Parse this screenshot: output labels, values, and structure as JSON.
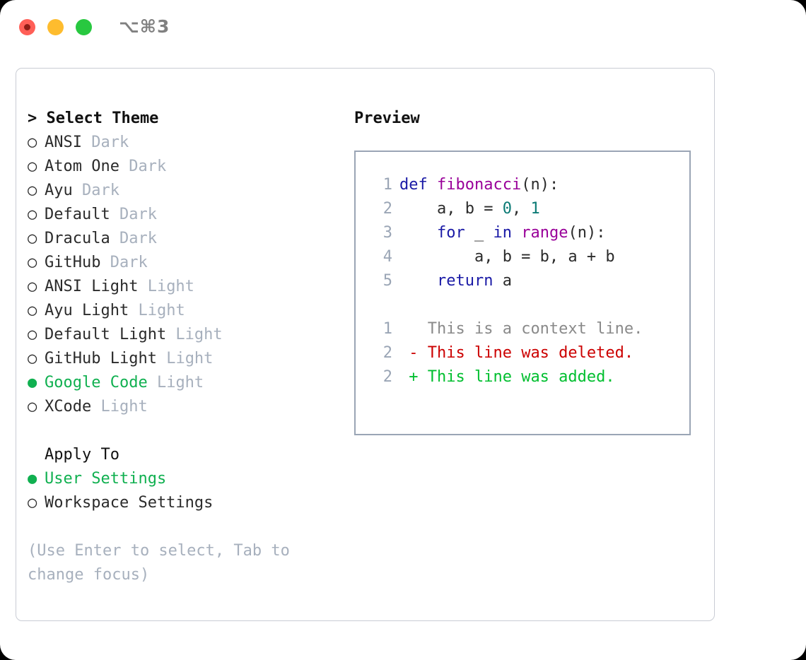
{
  "window": {
    "shortcut": "⌥⌘3",
    "traffic_lights": {
      "close": "close-button",
      "minimize": "minimize-button",
      "zoom": "zoom-button"
    }
  },
  "theme_picker": {
    "header": "> Select Theme",
    "selected_theme": "Google Code",
    "items": [
      {
        "bullet": "○",
        "name": "ANSI",
        "variant": "Dark",
        "selected": false
      },
      {
        "bullet": "○",
        "name": "Atom One",
        "variant": "Dark",
        "selected": false
      },
      {
        "bullet": "○",
        "name": "Ayu",
        "variant": "Dark",
        "selected": false
      },
      {
        "bullet": "○",
        "name": "Default",
        "variant": "Dark",
        "selected": false
      },
      {
        "bullet": "○",
        "name": "Dracula",
        "variant": "Dark",
        "selected": false
      },
      {
        "bullet": "○",
        "name": "GitHub",
        "variant": "Dark",
        "selected": false
      },
      {
        "bullet": "○",
        "name": "ANSI Light",
        "variant": "Light",
        "selected": false
      },
      {
        "bullet": "○",
        "name": "Ayu Light",
        "variant": "Light",
        "selected": false
      },
      {
        "bullet": "○",
        "name": "Default Light",
        "variant": "Light",
        "selected": false
      },
      {
        "bullet": "○",
        "name": "GitHub Light",
        "variant": "Light",
        "selected": false
      },
      {
        "bullet": "●",
        "name": "Google Code",
        "variant": "Light",
        "selected": true
      },
      {
        "bullet": "○",
        "name": "XCode",
        "variant": "Light",
        "selected": false
      }
    ]
  },
  "apply_to": {
    "header": "Apply To",
    "selected": "User Settings",
    "options": [
      {
        "bullet": "●",
        "label": "User Settings",
        "selected": true
      },
      {
        "bullet": "○",
        "label": "Workspace Settings",
        "selected": false
      }
    ]
  },
  "hint": "(Use Enter to select, Tab to change focus)",
  "preview": {
    "header": "Preview",
    "code_lines": [
      {
        "number": "1",
        "tokens": [
          {
            "text": "def ",
            "type": "kw"
          },
          {
            "text": "fibonacci",
            "type": "fn"
          },
          {
            "text": "(n):",
            "type": "plain"
          }
        ]
      },
      {
        "number": "2",
        "tokens": [
          {
            "text": "    a, b = ",
            "type": "plain"
          },
          {
            "text": "0",
            "type": "num"
          },
          {
            "text": ", ",
            "type": "plain"
          },
          {
            "text": "1",
            "type": "num"
          }
        ]
      },
      {
        "number": "3",
        "tokens": [
          {
            "text": "    ",
            "type": "plain"
          },
          {
            "text": "for",
            "type": "kw"
          },
          {
            "text": " _ ",
            "type": "plain"
          },
          {
            "text": "in",
            "type": "kw"
          },
          {
            "text": " ",
            "type": "plain"
          },
          {
            "text": "range",
            "type": "fn"
          },
          {
            "text": "(n):",
            "type": "plain"
          }
        ]
      },
      {
        "number": "4",
        "tokens": [
          {
            "text": "        a, b = b, a + b",
            "type": "plain"
          }
        ]
      },
      {
        "number": "5",
        "tokens": [
          {
            "text": "    ",
            "type": "plain"
          },
          {
            "text": "return",
            "type": "kw"
          },
          {
            "text": " a",
            "type": "plain"
          }
        ]
      }
    ],
    "diff_lines": [
      {
        "number": "1",
        "marker": " ",
        "text": " This is a context line.",
        "kind": "context"
      },
      {
        "number": "2",
        "marker": "-",
        "text": " This line was deleted.",
        "kind": "delete"
      },
      {
        "number": "2",
        "marker": "+",
        "text": " This line was added.",
        "kind": "add"
      }
    ]
  },
  "colors": {
    "accent_green": "#10b050",
    "keyword": "#1a1aa6",
    "function": "#990099",
    "number": "#0b7a75",
    "muted": "#a7b0bd",
    "line_number": "#9aa5b5",
    "diff_delete": "#cc0000",
    "diff_add": "#00bf2f",
    "traffic_red": "#ff5f57",
    "traffic_yellow": "#febc2e",
    "traffic_green": "#28c840"
  }
}
